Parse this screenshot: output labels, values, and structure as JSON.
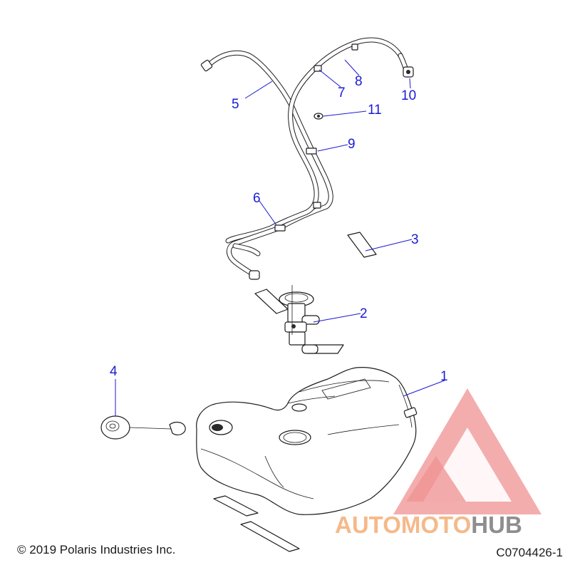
{
  "callouts": [
    {
      "id": "1",
      "label": "1"
    },
    {
      "id": "2",
      "label": "2"
    },
    {
      "id": "3",
      "label": "3"
    },
    {
      "id": "4",
      "label": "4"
    },
    {
      "id": "5",
      "label": "5"
    },
    {
      "id": "6",
      "label": "6"
    },
    {
      "id": "7",
      "label": "7"
    },
    {
      "id": "8",
      "label": "8"
    },
    {
      "id": "9",
      "label": "9"
    },
    {
      "id": "10",
      "label": "10"
    },
    {
      "id": "11",
      "label": "11"
    }
  ],
  "footer": {
    "copyright": "© 2019 Polaris Industries Inc.",
    "diagram_code": "C0704426-1"
  },
  "watermark": {
    "word_part1": "AUTOMOTO",
    "word_part2": "HUB",
    "color_part1": "#f5b98a",
    "color_part2": "#8e8e8e",
    "triangle_color": "#ee7f7f"
  },
  "colors": {
    "callout": "#1a1ad6",
    "line_art": "#1c1c1c"
  }
}
